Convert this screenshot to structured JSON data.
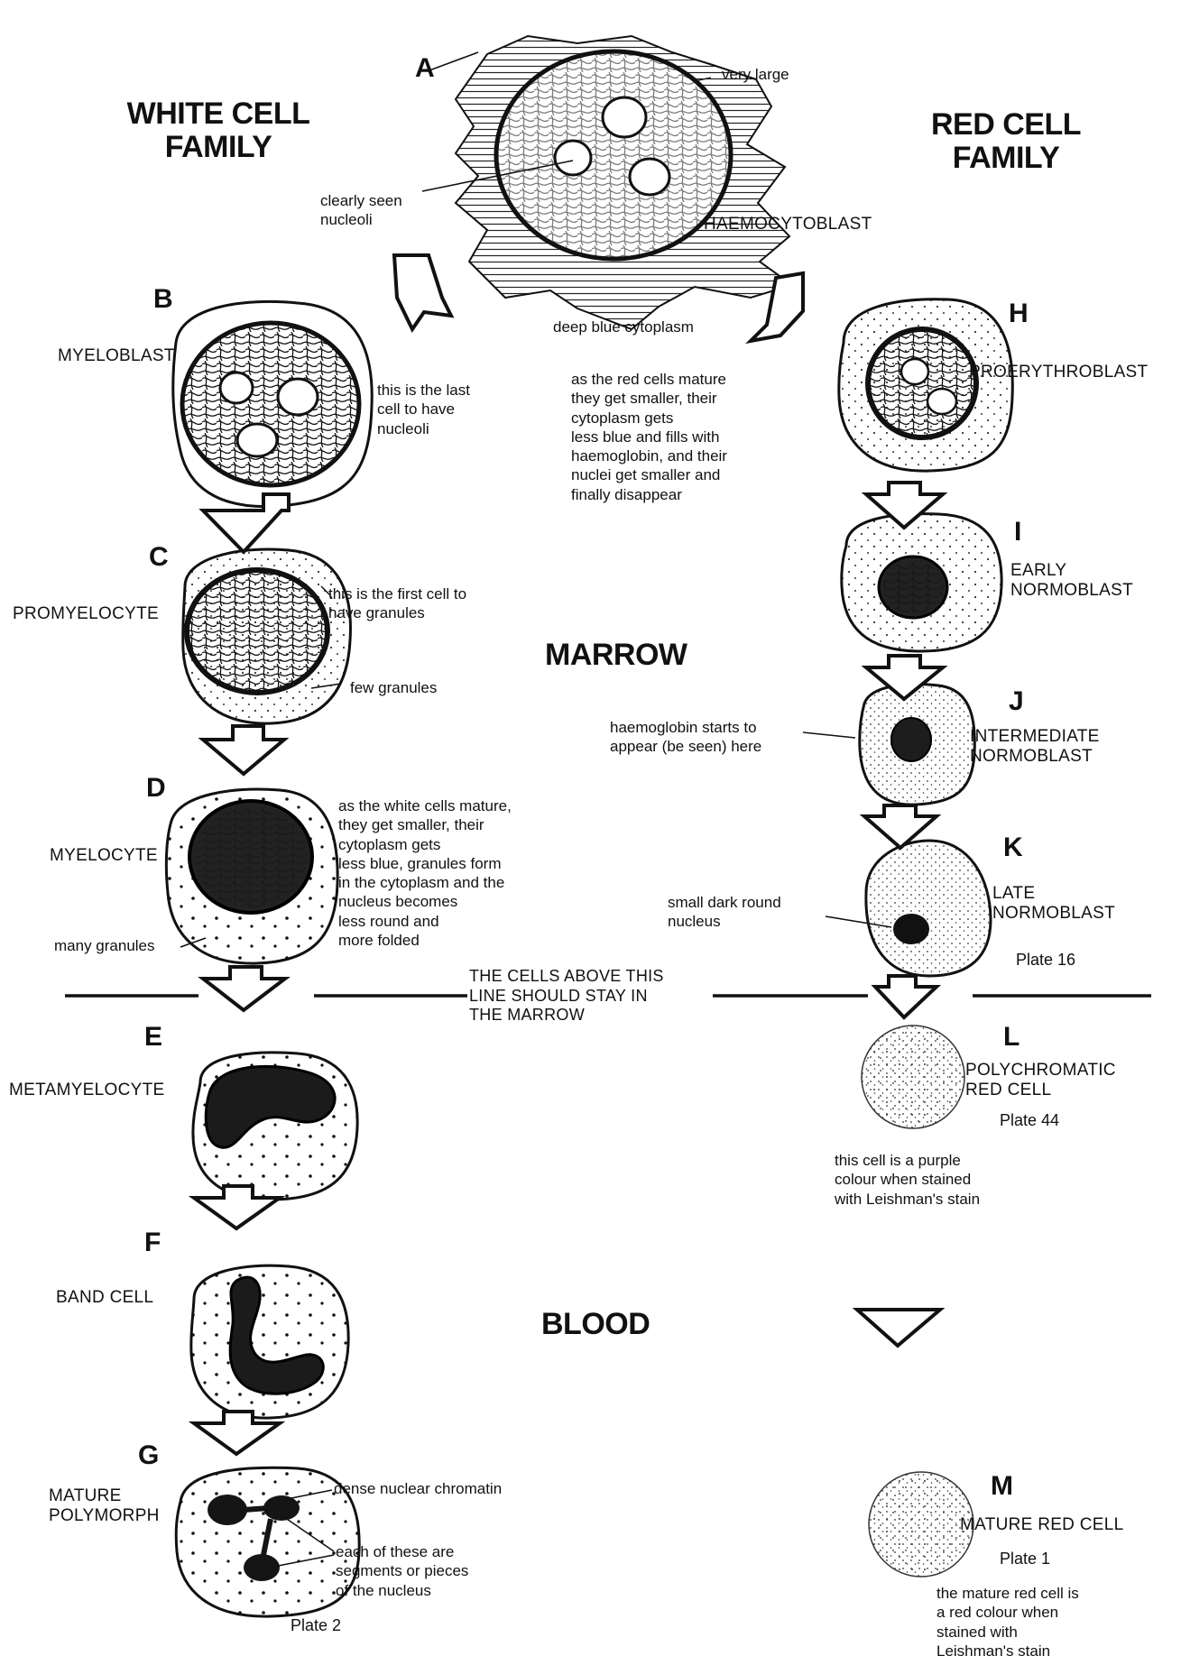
{
  "headings": {
    "white_family": "WHITE CELL\nFAMILY",
    "red_family": "RED CELL\nFAMILY",
    "marrow": "MARROW",
    "blood": "BLOOD"
  },
  "cells": {
    "A": {
      "letter": "A",
      "name": "HAEMOCYTOBLAST"
    },
    "B": {
      "letter": "B",
      "name": "MYELOBLAST"
    },
    "C": {
      "letter": "C",
      "name": "PROMYELOCYTE"
    },
    "D": {
      "letter": "D",
      "name": "MYELOCYTE"
    },
    "E": {
      "letter": "E",
      "name": "METAMYELOCYTE"
    },
    "F": {
      "letter": "F",
      "name": "BAND CELL"
    },
    "G": {
      "letter": "G",
      "name": "MATURE\nPOLYMORPH"
    },
    "H": {
      "letter": "H",
      "name": "PROERYTHROBLAST"
    },
    "I": {
      "letter": "I",
      "name": "EARLY\nNORMOBLAST"
    },
    "J": {
      "letter": "J",
      "name": "INTERMEDIATE\nNORMOBLAST"
    },
    "K": {
      "letter": "K",
      "name": "LATE\nNORMOBLAST"
    },
    "L": {
      "letter": "L",
      "name": "POLYCHROMATIC\nRED CELL"
    },
    "M": {
      "letter": "M",
      "name": "MATURE RED CELL"
    }
  },
  "annotations": {
    "very_large": "very large",
    "clearly_seen_nucleoli": "clearly seen\nnucleoli",
    "deep_blue_cytoplasm": "deep blue cytoplasm",
    "red_maturation": "as the red cells mature\nthey get smaller, their\ncytoplasm gets\nless blue and fills with\nhaemoglobin, and their\nnuclei get smaller and\nfinally disappear",
    "last_nucleoli": "this is the last\ncell to have\nnucleoli",
    "first_granules": "this is the first cell to\nhave granules",
    "few_granules": "few granules",
    "white_maturation": "as the white cells mature,\nthey get smaller, their\ncytoplasm gets\nless blue, granules form\nin the cytoplasm and the\nnucleus becomes\nless round and\nmore folded",
    "many_granules": "many granules",
    "marrow_line": "THE CELLS ABOVE THIS\nLINE SHOULD STAY IN\nTHE MARROW",
    "haemoglobin_appears": "haemoglobin starts to\nappear (be seen) here",
    "small_dark_nucleus": "small dark round\nnucleus",
    "purple_colour": "this cell is a purple\ncolour when stained\nwith Leishman's stain",
    "dense_chromatin": "dense nuclear chromatin",
    "segments": "each of these are\nsegments or pieces\nof the nucleus",
    "red_colour": "the mature red cell is\na red colour when\nstained with\nLeishman's stain"
  },
  "plates": {
    "plate16": "Plate 16",
    "plate44": "Plate 44",
    "plate2": "Plate 2",
    "plate1": "Plate 1"
  }
}
